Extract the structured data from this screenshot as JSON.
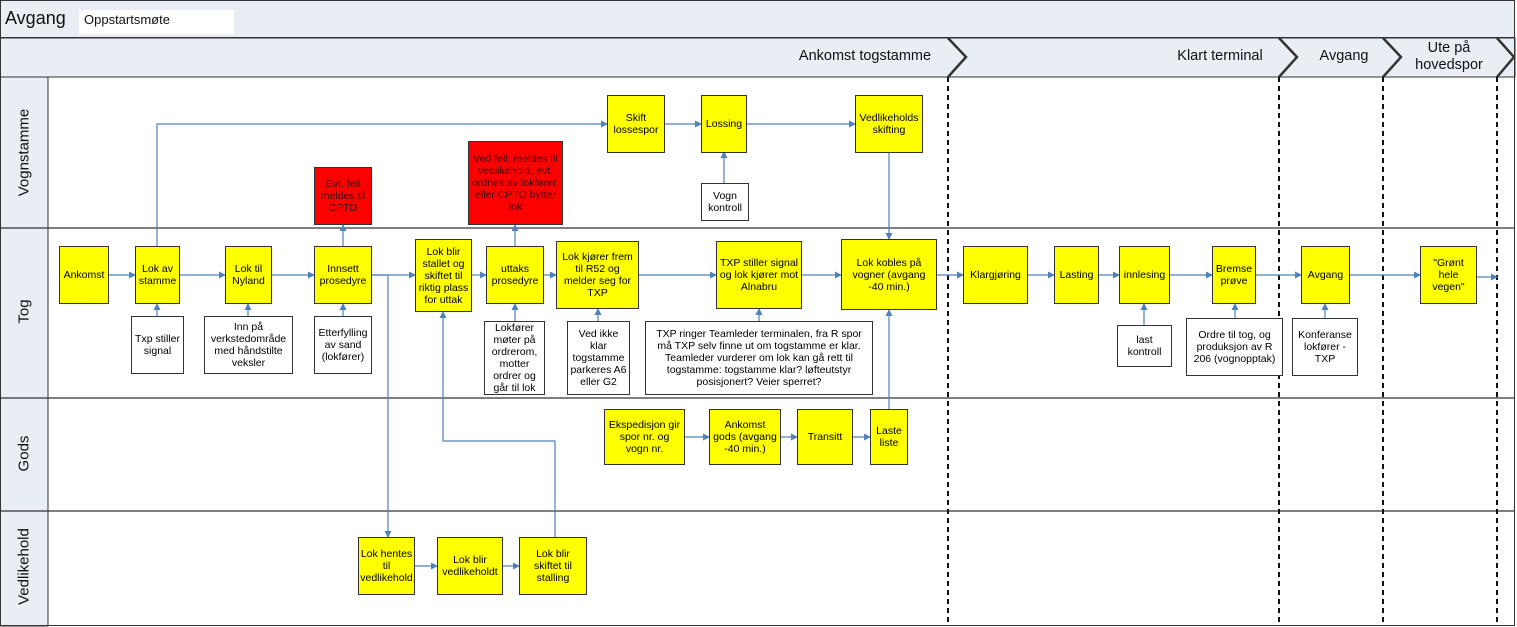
{
  "title": "Avgang",
  "title_field": "Oppstartsmøte",
  "phases": [
    "Ankomst togstamme",
    "Klart terminal",
    "Avgang",
    "Ute på hovedspor"
  ],
  "lanes": [
    "Vognstamme",
    "Tog",
    "Gods",
    "Vedlikehold"
  ],
  "nodes": {
    "skift_lossespor": "Skift lossespor",
    "lossing": "Lossing",
    "vedlikeholds_skifting": "Vedlikeholds skifting",
    "vogn_kontroll": "Vogn kontroll",
    "evt_feil": "Evt. feil meldes til CPTO",
    "ved_feil": "Ved feil: meldes til vedlikehold, evt. ordnes av lokfører, eller CPTO bytter lok",
    "ankomst": "Ankomst",
    "lok_av_stamme": "Lok av stamme",
    "lok_til_nyland": "Lok til Nyland",
    "innsett_prosedyre": "Innsett prosedyre",
    "lok_blir_stallet": "Lok blir stallet og skiftet til riktig plass for uttak",
    "uttaks_prosedyre": "uttaks prosedyre",
    "lok_kjorer_frem": "Lok kjører frem til R52 og melder seg for TXP",
    "txp_stiller_signal": "TXP stiller signal og lok kjører mot Alnabru",
    "lok_kobles": "Lok kobles på vogner (avgang -40 min.)",
    "klargjoring": "Klargjøring",
    "lasting": "Lasting",
    "innlesing": "innlesing",
    "bremse_prove": "Bremse prøve",
    "avgang_node": "Avgang",
    "gront_hele_vegen": "\"Grønt hele vegen\"",
    "txp_stiller_signal_note": "Txp stiller signal",
    "inn_pa_verksted": "Inn på verkstedområde med håndstilte veksler",
    "etterfylling_sand": "Etterfylling av sand (lokfører)",
    "lokforer_moter": "Lokfører møter på ordrerom, motter ordrer og går til lok",
    "ved_ikke_klar": "Ved ikke klar togstamme parkeres A6 eller G2",
    "txp_ringer": "TXP ringer Teamleder terminalen, fra R spor må TXP selv finne ut om togstamme er klar. Teamleder vurderer om lok kan gå rett til togstamme: togstamme klar? løfteutstyr posisjonert? Veier sperret?",
    "last_kontroll": "last kontroll",
    "ordre_til_tog": "Ordre til tog, og produksjon av R 206 (vognopptak)",
    "konferanse": "Konferanse lokfører - TXP",
    "ekspedisjon": "Ekspedisjon gir spor nr. og vogn nr.",
    "ankomst_gods": "Ankomst gods (avgang -40 min.)",
    "transitt": "Transitt",
    "laste_liste": "Laste liste",
    "lok_hentes": "Lok hentes til vedlikehold",
    "lok_blir_vedlikeholdt": "Lok blir vedlikeholdt",
    "lok_blir_skiftet": "Lok blir skiftet til stalling"
  },
  "colors": {
    "header_fill": "#e9eef5",
    "task_fill": "#ffff00",
    "alert_fill": "#ff0000",
    "note_fill": "#ffffff",
    "connector": "#4f81bd",
    "border": "#333333"
  }
}
